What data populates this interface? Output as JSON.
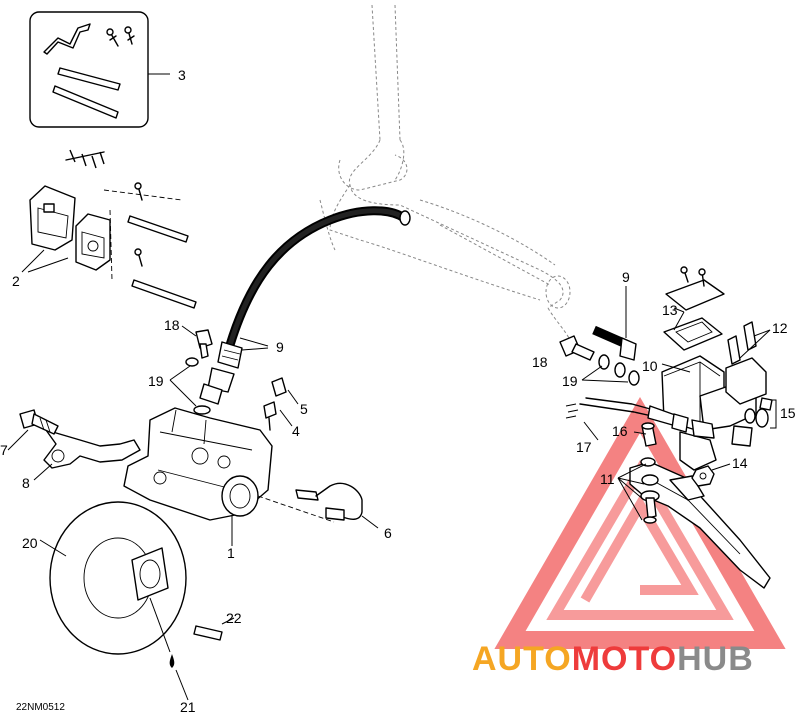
{
  "diagram_code": "22NM0512",
  "callouts": [
    "1",
    "2",
    "3",
    "4",
    "5",
    "6",
    "7",
    "8",
    "9",
    "9",
    "10",
    "11",
    "12",
    "13",
    "14",
    "15",
    "16",
    "17",
    "18",
    "18",
    "19",
    "19",
    "20",
    "21",
    "22"
  ],
  "watermark": {
    "part1": "AUTO",
    "part2": "MOTO",
    "part3": "HUB",
    "color_red": "#ee3b3b",
    "color_orange": "#f5a623",
    "color_gray": "#8a8a8a"
  }
}
